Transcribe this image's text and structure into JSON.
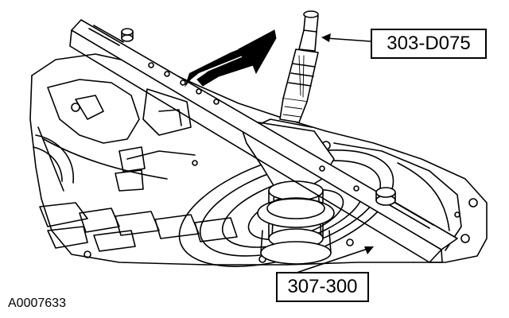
{
  "figure": {
    "id_label": "A0007633"
  },
  "callouts": {
    "tool_top": "303-D075",
    "tool_bottom": "307-300"
  },
  "icons": {
    "direction_arrow": "bold-arrow-icon",
    "leader_arrow": "leader-arrow-icon"
  },
  "colors": {
    "ink": "#000000",
    "paper": "#ffffff"
  }
}
